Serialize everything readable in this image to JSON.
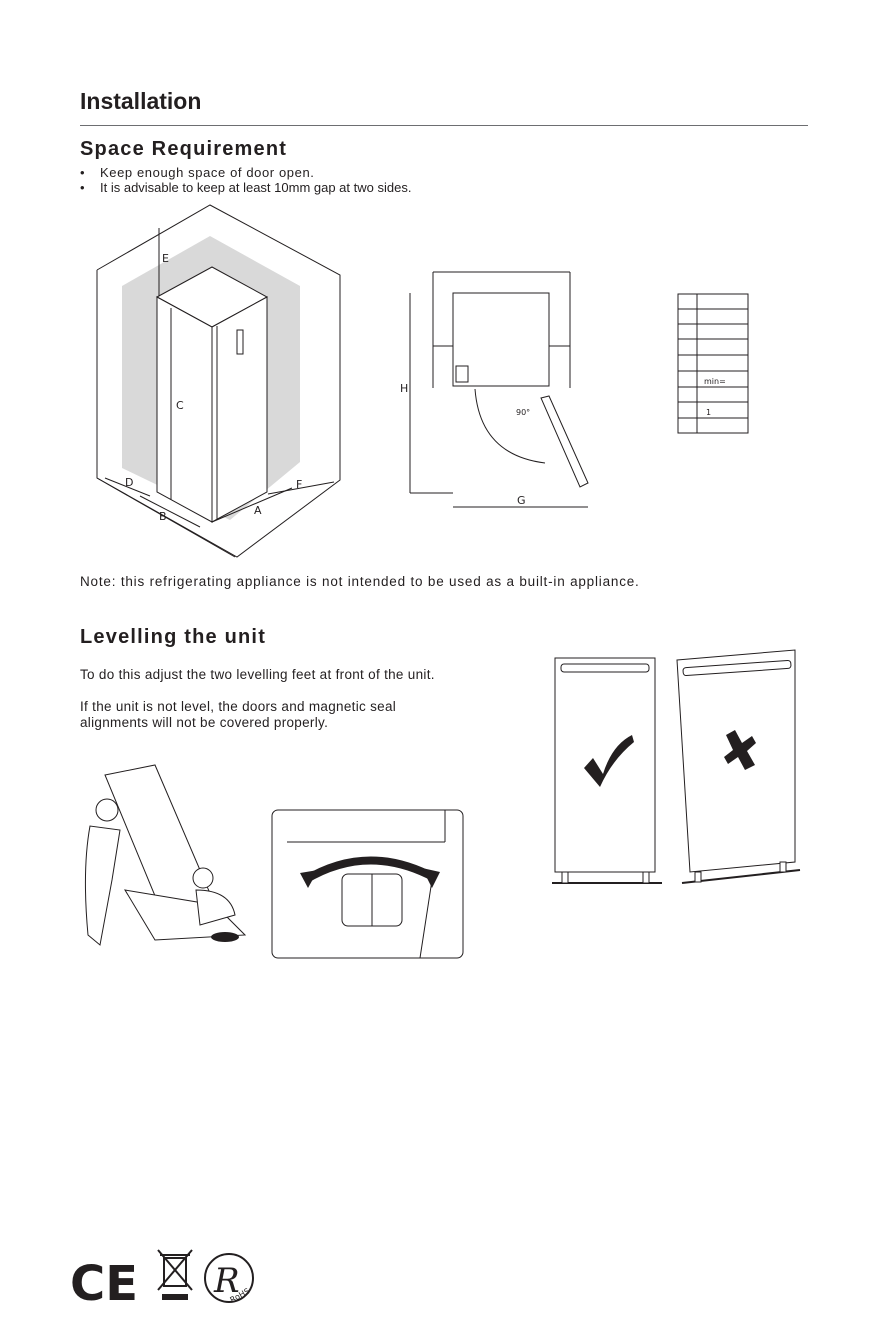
{
  "page": {
    "title": "Installation",
    "space_section": {
      "heading": "Space Requirement",
      "bullets": [
        "Keep enough space of door open.",
        "It is advisable to keep at least 10mm gap at two sides."
      ],
      "bullet_symbol": "•",
      "diagram_labels": {
        "E": "E",
        "C": "C",
        "D": "D",
        "B": "B",
        "A": "A",
        "F": "F",
        "H": "H",
        "G": "G",
        "angle": "90°"
      },
      "table_cells": [
        "min=",
        "1"
      ]
    },
    "note": "Note: this refrigerating appliance is not intended to be used as a built-in appliance.",
    "levelling_section": {
      "heading": "Levelling the unit",
      "para1": "To do this adjust the two levelling feet at front of the unit.",
      "para2_line1": "If the unit is not level, the doors and magnetic seal",
      "para2_line2": "alignments will not be covered properly."
    },
    "certifications": {
      "ce_mark": "CE",
      "rohs_text": "RoHS"
    }
  },
  "colors": {
    "text": "#231f20",
    "rule": "#6d6e71",
    "shade": "#d9d9d9"
  }
}
